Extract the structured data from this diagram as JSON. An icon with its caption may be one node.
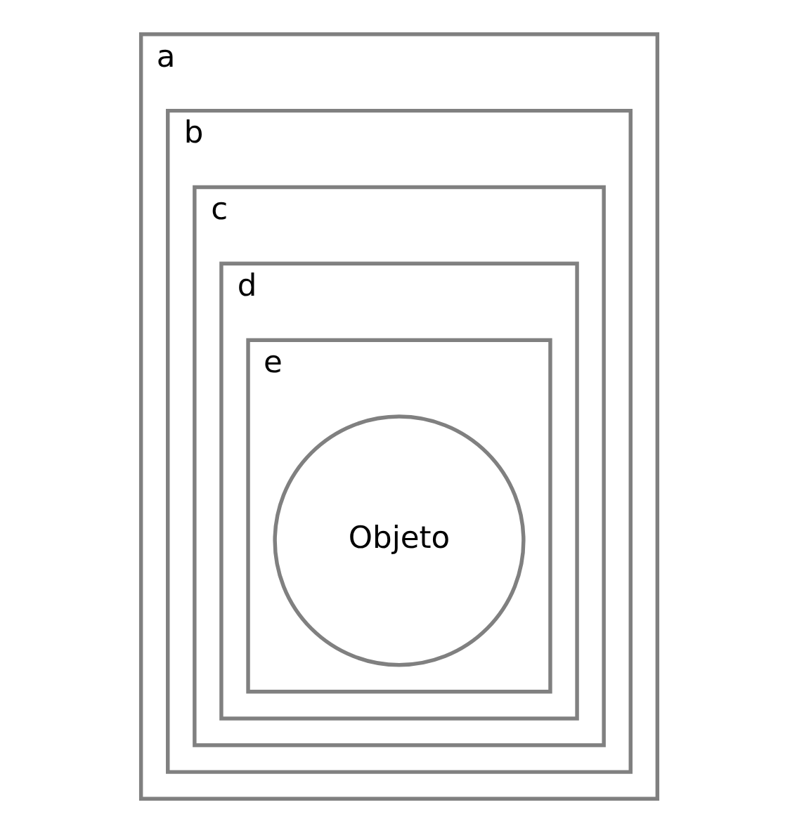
{
  "diagram": {
    "nodes": [
      {
        "text": [
          "a"
        ]
      },
      {
        "text": [
          "b"
        ],
        "in": 0
      },
      {
        "text": [
          "c"
        ],
        "in": 1
      },
      {
        "text": [
          "d"
        ],
        "in": 2
      },
      {
        "text": [
          "e"
        ],
        "in": 3
      },
      {
        "text": [
          "Objeto"
        ],
        "in": 4
      }
    ]
  }
}
